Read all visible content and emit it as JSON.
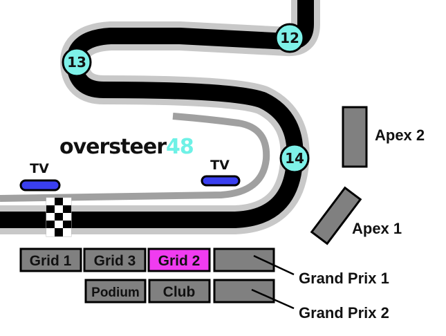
{
  "brand": {
    "name": "oversteer",
    "number": "48"
  },
  "colors": {
    "track": "#000000",
    "track_edge": "#c8c8c8",
    "pit_lane": "#a0a0a0",
    "turn_marker": "#7ef1e8",
    "tv_marker": "#3a3ff0",
    "stand": "#808080",
    "highlight": "#f03cf0",
    "brand_accent": "#6ef1e6"
  },
  "turns": [
    {
      "id": "12",
      "label": "12"
    },
    {
      "id": "13",
      "label": "13"
    },
    {
      "id": "14",
      "label": "14"
    }
  ],
  "tv_positions": [
    {
      "label": "TV"
    },
    {
      "label": "TV"
    }
  ],
  "stands": {
    "apex": [
      {
        "label": "Apex 2"
      },
      {
        "label": "Apex 1"
      }
    ],
    "row1": [
      {
        "label": "Grid 1",
        "highlighted": false
      },
      {
        "label": "Grid 3",
        "highlighted": false
      },
      {
        "label": "Grid 2",
        "highlighted": true
      },
      {
        "label": "",
        "highlighted": false
      }
    ],
    "row2": [
      {
        "label": "Podium",
        "highlighted": false
      },
      {
        "label": "Club",
        "highlighted": false
      },
      {
        "label": "",
        "highlighted": false
      }
    ],
    "callouts": [
      {
        "label": "Grand Prix 1"
      },
      {
        "label": "Grand Prix 2"
      }
    ]
  }
}
